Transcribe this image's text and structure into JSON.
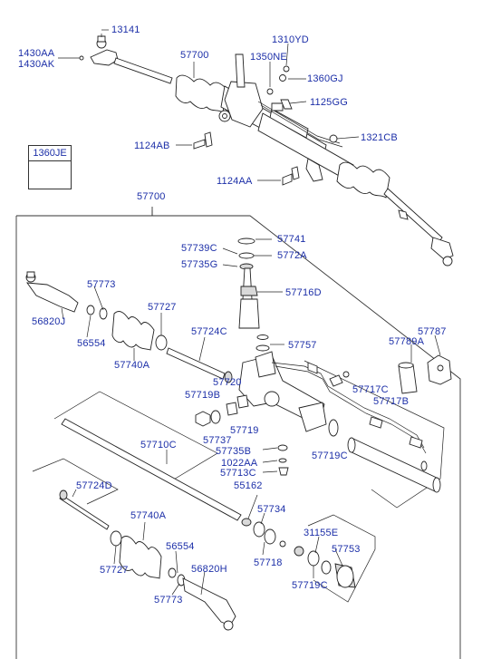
{
  "diagram": {
    "reference_box_label": "1360JE",
    "assembly_label": "57700",
    "labels": {
      "p13141": "13141",
      "p1430AA": "1430AA",
      "p1430AK": "1430AK",
      "p57700_top": "57700",
      "p1310YD": "1310YD",
      "p1350NE": "1350NE",
      "p1360GJ": "1360GJ",
      "p1125GG": "1125GG",
      "p1124AB": "1124AB",
      "p1321CB": "1321CB",
      "p1124AA": "1124AA",
      "p57741": "57741",
      "p57739C": "57739C",
      "p5772A": "5772A",
      "p57735G": "57735G",
      "p57716D": "57716D",
      "p57773_a": "57773",
      "p57727_a": "57727",
      "p57724C": "57724C",
      "p56820J": "56820J",
      "p56554_a": "56554",
      "p57740A_a": "57740A",
      "p57757": "57757",
      "p57787": "57787",
      "p57789A": "57789A",
      "p57720": "57720",
      "p57719B": "57719B",
      "p57717C": "57717C",
      "p57717B": "57717B",
      "p57719": "57719",
      "p57737": "57737",
      "p57710C": "57710C",
      "p57735B": "57735B",
      "p1022AA": "1022AA",
      "p57713C": "57713C",
      "p57719C_a": "57719C",
      "p55162": "55162",
      "p57724D": "57724D",
      "p57734": "57734",
      "p57740A_b": "57740A",
      "p31155E": "31155E",
      "p56554_b": "56554",
      "p57753": "57753",
      "p57718": "57718",
      "p57727_b": "57727",
      "p56820H": "56820H",
      "p57719C_b": "57719C",
      "p57773_b": "57773"
    }
  }
}
